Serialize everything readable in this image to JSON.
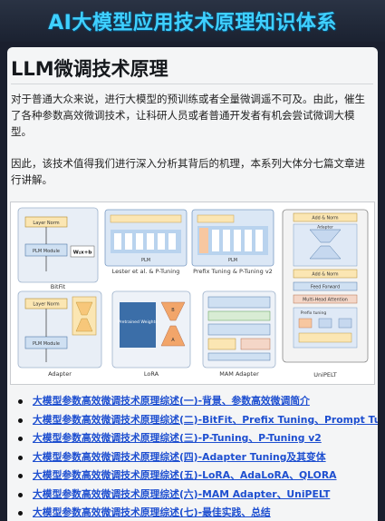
{
  "banner": {
    "title": "AI大模型应用技术原理知识体系"
  },
  "article": {
    "title": "LLM微调技术原理",
    "paragraph1": "对于普通大众来说，进行大模型的预训练或者全量微调遥不可及。由此，催生了各种参数高效微调技术，让科研人员或者普通开发者有机会尝试微调大模型。",
    "paragraph2": "因此，该技术值得我们进行深入分析其背后的机理，本系列大体分七篇文章进行讲解。"
  },
  "figure": {
    "captions": {
      "bitfit": "BitFit",
      "lester": "Lester et al. & P-Tuning",
      "prefix": "Prefix Tuning & P-Tuning v2",
      "unipelt": "UniPELT",
      "adapter": "Adapter",
      "lora": "LoRA",
      "mam": "MAM Adapter"
    },
    "labels": {
      "layer_norm": "Layer Norm",
      "plm_module": "PLM Module",
      "plm": "PLM",
      "w_formula": "W₂x+b",
      "pretrained": "Pretrained Weights",
      "lora_a": "A",
      "lora_b": "B",
      "prefix_tuning": "Prefix tuning",
      "adapter_title": "Adapter",
      "multi_head": "Multi-Head Attention",
      "feed_forward": "Feed Forward",
      "add_norm": "Add & Norm"
    }
  },
  "series": [
    {
      "label": "大模型参数高效微调技术原理综述(一)-背景、参数高效微调简介"
    },
    {
      "label": "大模型参数高效微调技术原理综述(二)-BitFit、Prefix Tuning、Prompt Tuning"
    },
    {
      "label": "大模型参数高效微调技术原理综述(三)-P-Tuning、P-Tuning v2"
    },
    {
      "label": "大模型参数高效微调技术原理综述(四)-Adapter Tuning及其变体"
    },
    {
      "label": "大模型参数高效微调技术原理综述(五)-LoRA、AdaLoRA、QLORA"
    },
    {
      "label": "大模型参数高效微调技术原理综述(六)-MAM Adapter、UniPELT"
    },
    {
      "label": "大模型参数高效微调技术原理综述(七)-最佳实践、总结"
    }
  ],
  "colors": {
    "banner_text": "#3fd0ff",
    "link": "#1e4fd0",
    "card": "#f4f5f6"
  }
}
